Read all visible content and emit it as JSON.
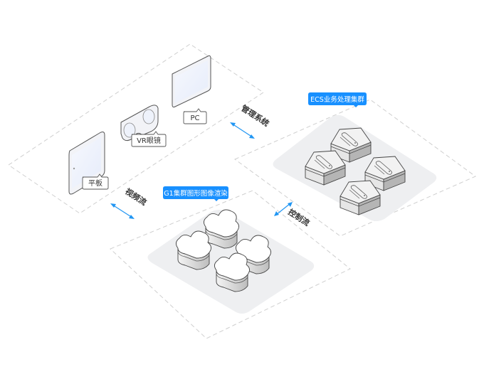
{
  "devices": [
    {
      "id": "tablet",
      "label": "平板",
      "icon": "tablet-icon"
    },
    {
      "id": "vr",
      "label": "VR眼镜",
      "icon": "vr-headset-icon"
    },
    {
      "id": "pc",
      "label": "PC",
      "icon": "monitor-icon"
    }
  ],
  "clusters": {
    "ecs": {
      "label": "ECS业务处理集群",
      "node_icon": "server-node-icon",
      "node_count": 4
    },
    "g1": {
      "label": "G1集群图形图像渲染",
      "node_icon": "cloud-node-icon",
      "node_count": 4
    }
  },
  "flows": [
    {
      "id": "management",
      "label": "管理系统"
    },
    {
      "id": "video",
      "label": "视频流"
    },
    {
      "id": "control",
      "label": "控制流"
    }
  ],
  "colors": {
    "accent": "#1890ff",
    "arrow": "#2196f3",
    "zone_border": "#cfcfcf",
    "pad": "#eeeff1",
    "screen": "#eef2fb"
  }
}
